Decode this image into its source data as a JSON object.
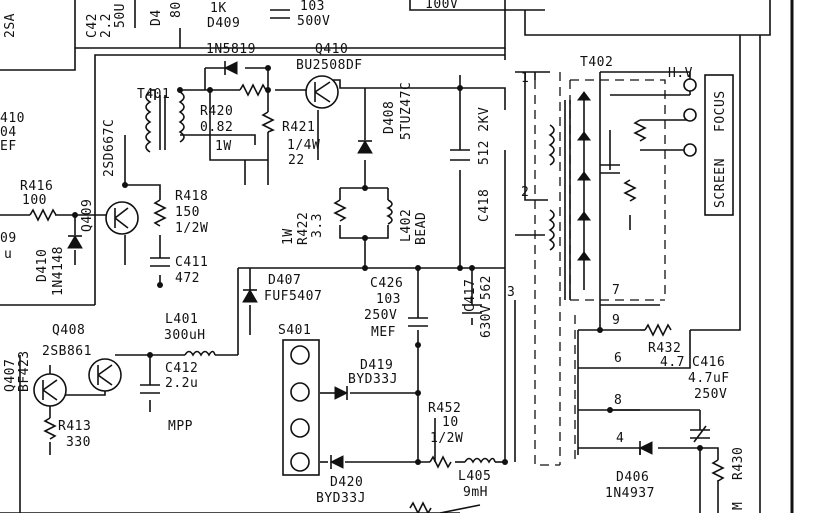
{
  "labels": [
    {
      "text": "2SA",
      "rot": -90
    },
    {
      "text": "C42"
    },
    {
      "text": "2.2"
    },
    {
      "text": "50U"
    },
    {
      "text": "D4"
    },
    {
      "text": "80"
    },
    {
      "text": "1K"
    },
    {
      "text": "D409"
    },
    {
      "text": "103"
    },
    {
      "text": "500V"
    },
    {
      "text": "100V"
    },
    {
      "text": "1N5819"
    },
    {
      "text": "Q410"
    },
    {
      "text": "BU2508DF"
    },
    {
      "text": "T402"
    },
    {
      "text": "H.V"
    },
    {
      "text": "T401"
    },
    {
      "text": "R420"
    },
    {
      "text": "0.82"
    },
    {
      "text": "R421"
    },
    {
      "text": "1W"
    },
    {
      "text": "1/4W"
    },
    {
      "text": "22"
    },
    {
      "text": "D408"
    },
    {
      "text": "5TUZ47C"
    },
    {
      "text": "512 2KV"
    },
    {
      "text": "410"
    },
    {
      "text": "04"
    },
    {
      "text": "EF"
    },
    {
      "text": "2SD667C"
    },
    {
      "text": "R416"
    },
    {
      "text": "100"
    },
    {
      "text": "Q409"
    },
    {
      "text": "R418"
    },
    {
      "text": "150"
    },
    {
      "text": "1/2W"
    },
    {
      "text": "1W"
    },
    {
      "text": "R422"
    },
    {
      "text": "3.3"
    },
    {
      "text": "L402"
    },
    {
      "text": "BEAD"
    },
    {
      "text": "C418"
    },
    {
      "text": "SCREEN"
    },
    {
      "text": "FOCUS"
    },
    {
      "text": "09"
    },
    {
      "text": "u"
    },
    {
      "text": "D410"
    },
    {
      "text": "1N4148"
    },
    {
      "text": "C411"
    },
    {
      "text": "472"
    },
    {
      "text": "D407"
    },
    {
      "text": "FUF5407"
    },
    {
      "text": "C426"
    },
    {
      "text": "103"
    },
    {
      "text": "250V"
    },
    {
      "text": "MEF"
    },
    {
      "text": "C417"
    },
    {
      "text": "630V"
    },
    {
      "text": "562"
    },
    {
      "text": "1"
    },
    {
      "text": "2"
    },
    {
      "text": "3"
    },
    {
      "text": "7"
    },
    {
      "text": "9"
    },
    {
      "text": "6"
    },
    {
      "text": "8"
    },
    {
      "text": "4"
    },
    {
      "text": "L401"
    },
    {
      "text": "300uH"
    },
    {
      "text": "S401"
    },
    {
      "text": "Q408"
    },
    {
      "text": "2SB861"
    },
    {
      "text": "Q407"
    },
    {
      "text": "BF423"
    },
    {
      "text": "C412"
    },
    {
      "text": "2.2u"
    },
    {
      "text": "MPP"
    },
    {
      "text": "R413"
    },
    {
      "text": "330"
    },
    {
      "text": "D419"
    },
    {
      "text": "BYD33J"
    },
    {
      "text": "R452"
    },
    {
      "text": "10"
    },
    {
      "text": "1/2W"
    },
    {
      "text": "L405"
    },
    {
      "text": "9mH"
    },
    {
      "text": "D420"
    },
    {
      "text": "BYD33J"
    },
    {
      "text": "R432"
    },
    {
      "text": "4.7"
    },
    {
      "text": "C416"
    },
    {
      "text": "4.7uF"
    },
    {
      "text": "250V"
    },
    {
      "text": "D406"
    },
    {
      "text": "1N4937"
    },
    {
      "text": "R430"
    },
    {
      "text": "M"
    }
  ]
}
